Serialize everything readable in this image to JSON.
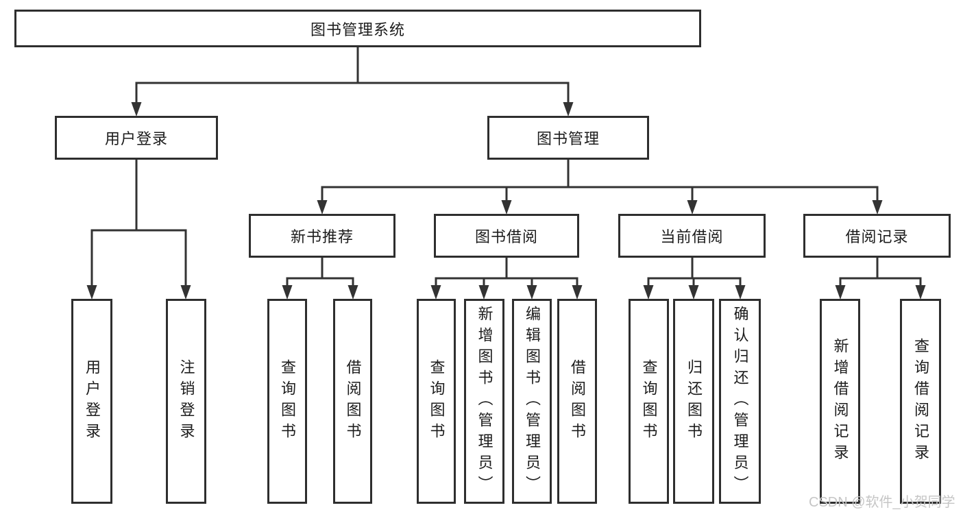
{
  "colors": {
    "line": "#333333",
    "node_border": "#2e2e2e",
    "text": "#1c1c1c",
    "background": "#ffffff",
    "watermark": "#c6c6c6"
  },
  "watermark": {
    "text": "CSDN @软件_小贺同学"
  },
  "tree": {
    "root": {
      "label": "图书管理系统"
    },
    "login": {
      "label": "用户登录",
      "children": [
        {
          "label": "用户登录"
        },
        {
          "label": "注销登录"
        }
      ]
    },
    "management": {
      "label": "图书管理",
      "children": [
        {
          "label": "新书推荐",
          "children": [
            {
              "label": "查询图书"
            },
            {
              "label": "借阅图书"
            }
          ]
        },
        {
          "label": "图书借阅",
          "children": [
            {
              "label": "查询图书"
            },
            {
              "label": "新增图书（管理员）"
            },
            {
              "label": "编辑图书（管理员）"
            },
            {
              "label": "借阅图书"
            }
          ]
        },
        {
          "label": "当前借阅",
          "children": [
            {
              "label": "查询图书"
            },
            {
              "label": "归还图书"
            },
            {
              "label": "确认归还（管理员）"
            }
          ]
        },
        {
          "label": "借阅记录",
          "children": [
            {
              "label": "新增借阅记录"
            },
            {
              "label": "查询借阅记录"
            }
          ]
        }
      ]
    }
  }
}
